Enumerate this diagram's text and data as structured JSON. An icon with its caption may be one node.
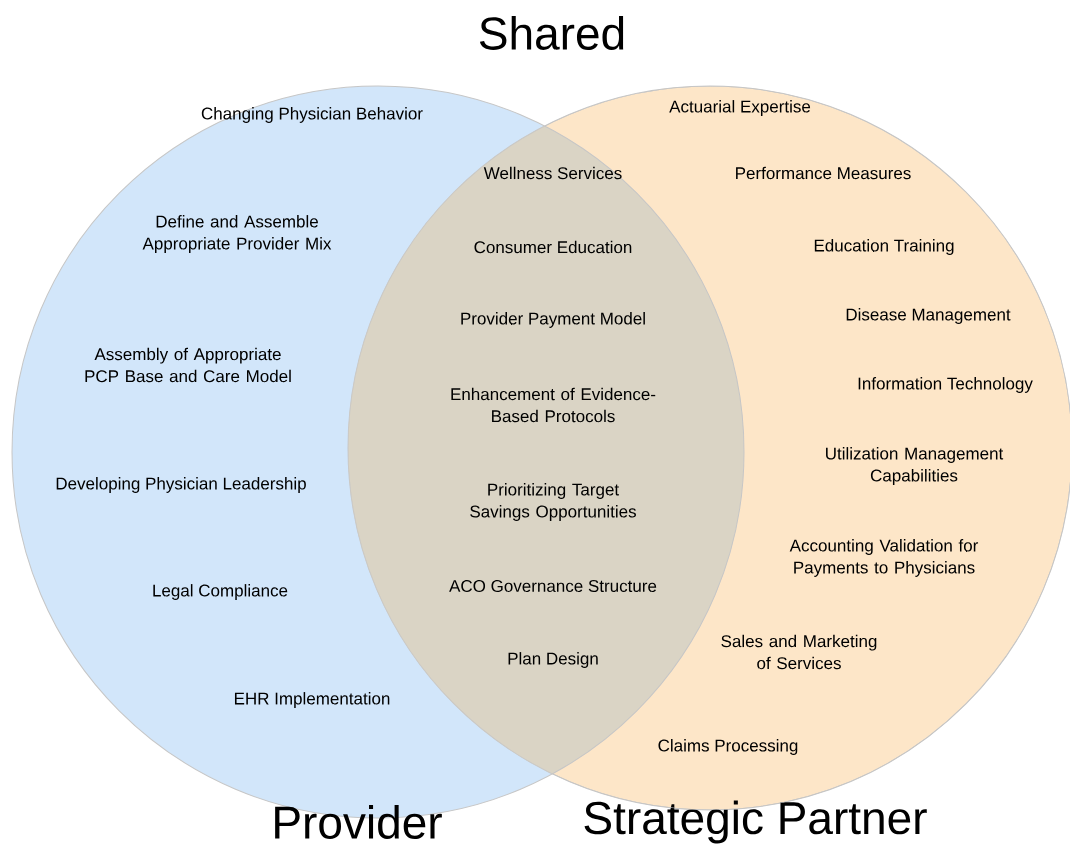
{
  "diagram": {
    "nodes": [
      {
        "text": [
          "Provider"
        ]
      },
      {
        "text": [
          "Strategic Partner"
        ]
      }
    ],
    "labels": [
      "Shared",
      "Changing Physician Behavior",
      "Define and Assemble Appropriate Provider Mix",
      "Assembly of Appropriate PCP Base and Care Model",
      "Developing Physician Leadership",
      "Legal Compliance",
      "EHR Implementation",
      "Wellness Services",
      "Consumer Education",
      "Provider Payment Model",
      "Enhancement of Evidence-Based Protocols",
      "Prioritizing Target Savings Opportunities",
      "ACO Governance Structure",
      "Plan Design",
      "Actuarial Expertise",
      "Performance Measures",
      "Education Training",
      "Disease Management",
      "Information Technology",
      "Utilization Management Capabilities",
      "Accounting Validation for Payments to Physicians",
      "Sales and Marketing of Services",
      "Claims Processing"
    ]
  }
}
